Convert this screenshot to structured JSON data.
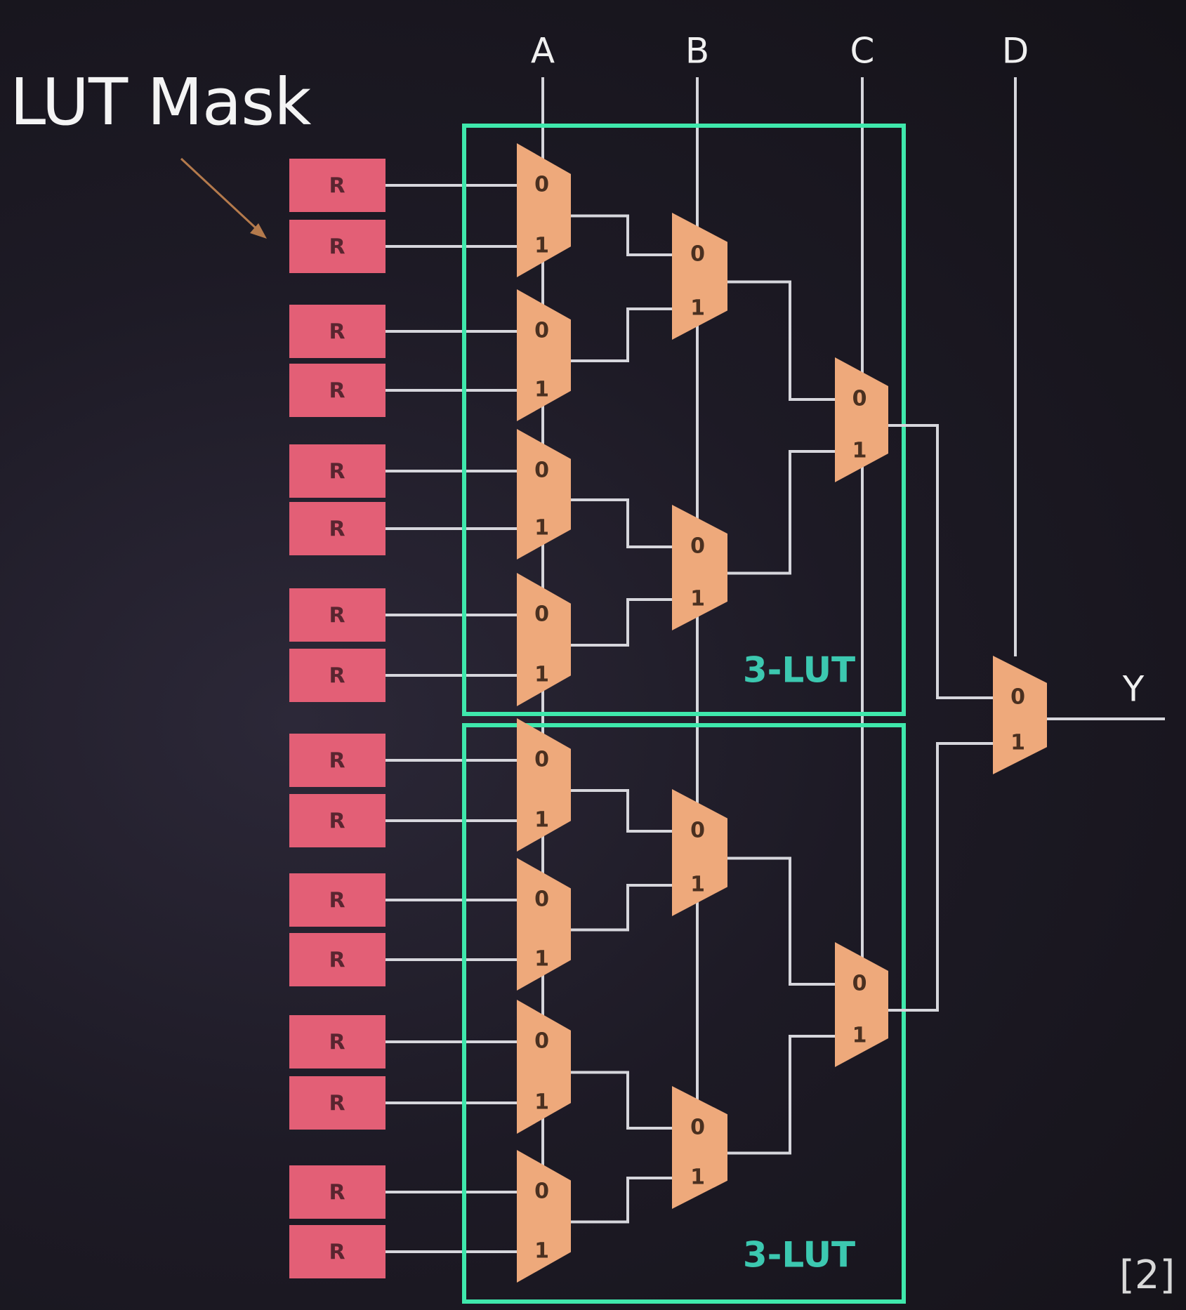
{
  "title": "LUT Mask",
  "citation": "[2]",
  "inputs": [
    "A",
    "B",
    "C",
    "D"
  ],
  "output": "Y",
  "register_label": "R",
  "register_count": 16,
  "mux_input_labels": [
    "0",
    "1"
  ],
  "lut_labels": [
    "3-LUT",
    "3-LUT"
  ],
  "colors": {
    "register": "#e35f76",
    "mux": "#eea97b",
    "lut_box": "#3fe8ac",
    "lut_label": "#3cc8b0",
    "wire": "#d6d6dc",
    "arrow": "#b47a4c",
    "text": "#f0f0f0"
  }
}
